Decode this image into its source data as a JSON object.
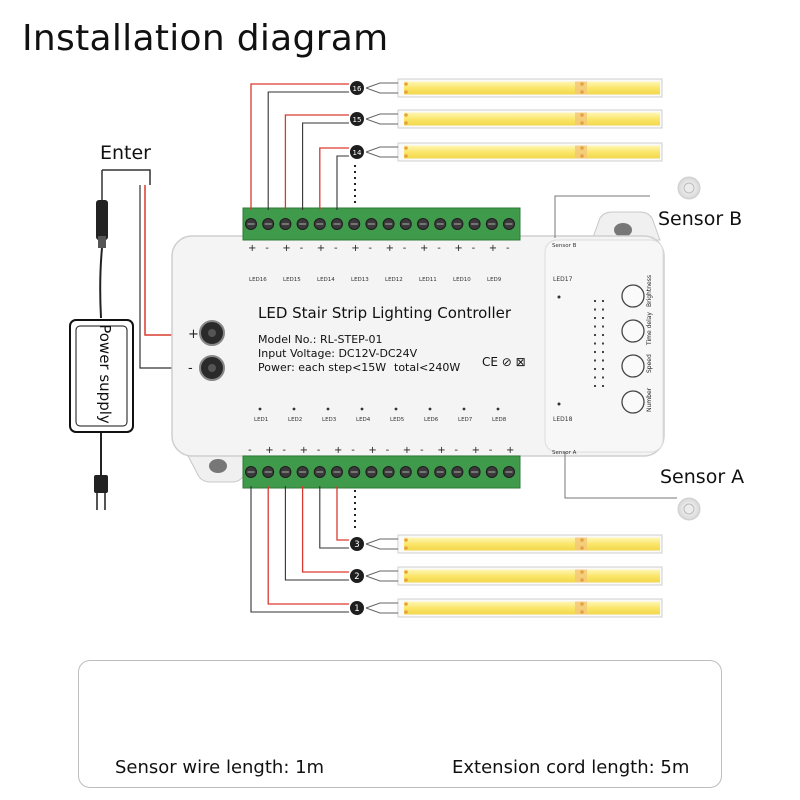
{
  "title": "Installation diagram",
  "labels": {
    "enter": "Enter",
    "power_supply": "Power supply",
    "sensor_b": "Sensor B",
    "sensor_a": "Sensor A",
    "plus": "+",
    "minus": "-"
  },
  "controller": {
    "name": "LED Stair Strip Lighting Controller",
    "model": "Model No.: RL-STEP-01",
    "voltage": "Input Voltage: DC12V-DC24V",
    "power": "Power: each step<15W",
    "total": "total<240W",
    "marks": "CE ⊘ ⊠",
    "port_sensor_b": "Sensor B",
    "port_sensor_a": "Sensor A",
    "buttons": [
      "Brightness",
      "Time delay",
      "Speed",
      "Number"
    ],
    "top_leds": [
      "LED16",
      "LED15",
      "LED14",
      "LED13",
      "LED12",
      "LED11",
      "LED10",
      "LED9"
    ],
    "bottom_leds": [
      "LED1",
      "LED2",
      "LED3",
      "LED4",
      "LED5",
      "LED6",
      "LED7",
      "LED8"
    ],
    "led17": "LED17",
    "led18": "LED18"
  },
  "strips_top": [
    "16",
    "15",
    "14"
  ],
  "strips_bottom": [
    "3",
    "2",
    "1"
  ],
  "captions": {
    "sensor_wire": "Sensor wire length: 1m",
    "extension": "Extension cord length: 5m"
  },
  "colors": {
    "strip_yellow": "#fbe66b",
    "terminal_green": "#3f9a4b",
    "wire_red": "#d93a2f",
    "controller_body": "#f4f4f4"
  }
}
